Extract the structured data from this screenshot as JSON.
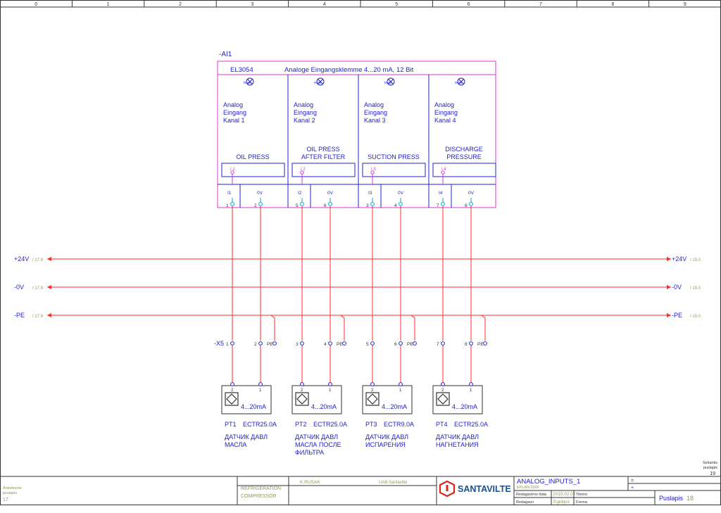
{
  "colors": {
    "wire": "#ff2a2a",
    "module": "#dd33dd",
    "text": "#2222cc",
    "ref": "#8a9a5b",
    "terminal": "#00aacc",
    "frame": "#333333",
    "brand": "#d9261c"
  },
  "grid": {
    "columns": [
      "0",
      "1",
      "2",
      "3",
      "4",
      "5",
      "6",
      "7",
      "8",
      "9"
    ]
  },
  "module": {
    "tag": "-AI1",
    "type": "EL3054",
    "description": "Analoge Eingangsklemme 4...20 mA, 12 Bit",
    "run_label": "RUN",
    "channels": [
      {
        "l1": "Analog",
        "l2": "Eingang",
        "l3": "Kanal 1",
        "signal1": "OIL PRESS",
        "signal2": "",
        "input_id": "I 1",
        "in_label": "I1",
        "zero_label": "0V",
        "in_pin": "1",
        "zero_pin": "2"
      },
      {
        "l1": "Analog",
        "l2": "Eingang",
        "l3": "Kanal 2",
        "signal1": "OIL PRESS",
        "signal2": "AFTER FILTER",
        "input_id": "I 2",
        "in_label": "I2",
        "zero_label": "0V",
        "in_pin": "5",
        "zero_pin": "6"
      },
      {
        "l1": "Analog",
        "l2": "Eingang",
        "l3": "Kanal 3",
        "signal1": "SUCTION PRESS",
        "signal2": "",
        "input_id": "I 3",
        "in_label": "I3",
        "zero_label": "0V",
        "in_pin": "3",
        "zero_pin": "4"
      },
      {
        "l1": "Analog",
        "l2": "Eingang",
        "l3": "Kanal 4",
        "signal1": "DISCHARGE",
        "signal2": "PRESSURE",
        "input_id": "I 4",
        "in_label": "I4",
        "zero_label": "0V",
        "in_pin": "7",
        "zero_pin": "8"
      }
    ]
  },
  "buses": [
    {
      "name": "+24V",
      "ref_left": "/ 17.9",
      "ref_right": "/ 19.0"
    },
    {
      "name": "-0V",
      "ref_left": "/ 17.9",
      "ref_right": "/ 19.0"
    },
    {
      "name": "-PE",
      "ref_left": "/ 17.9",
      "ref_right": "/ 19.0"
    }
  ],
  "terminal_strip": {
    "tag": "-X5",
    "groups": [
      {
        "a": "1",
        "b": "2",
        "pe": "PE"
      },
      {
        "a": "3",
        "b": "4",
        "pe": "PE"
      },
      {
        "a": "5",
        "b": "6",
        "pe": "PE"
      },
      {
        "a": "7",
        "b": "8",
        "pe": "PE"
      }
    ]
  },
  "sensors": [
    {
      "pin1": "2",
      "pin2": "1",
      "range": "4...20mA",
      "tag": "PT1",
      "model": "ECTR25.0A",
      "d1": "ДАТЧИК ДАВЛ",
      "d2": "МАСЛА",
      "d3": ""
    },
    {
      "pin1": "2",
      "pin2": "1",
      "range": "4...20mA",
      "tag": "PT2",
      "model": "ECTR25.0A",
      "d1": "ДАТЧИК ДАВЛ",
      "d2": "МАСЛА ПОСЛЕ",
      "d3": "ФИЛЬТРА"
    },
    {
      "pin1": "2",
      "pin2": "1",
      "range": "4...20mA",
      "tag": "PT3",
      "model": "ECTR9.0A",
      "d1": "ДАТЧИК ДАВЛ",
      "d2": "ИСПАРЕНИЯ",
      "d3": ""
    },
    {
      "pin1": "2",
      "pin2": "1",
      "range": "4...20mA",
      "tag": "PT4",
      "model": "ECTR25.0A",
      "d1": "ДАТЧИК ДАВЛ",
      "d2": "НАГНЕТАНИЯ",
      "d3": ""
    }
  ],
  "title_block": {
    "prev_l1": "Ankstesnis",
    "prev_l2": "puslapis",
    "prev_page": "17",
    "next_l1": "Sekantis",
    "next_l2": "puslapis",
    "next_page": "19",
    "project_l1": "REFRIGERATION",
    "project_l2": "COMPRESSOR",
    "author": "K.RUSAK",
    "company": "UAB Santavilte",
    "brand": "SANTAVILTE",
    "drawing_title": "ANALOG_INPUTS_1",
    "software": "EPLAN 2006",
    "edit_date_label": "Redagavimo data",
    "edit_date": "2015.02.02",
    "editor_label": "Redagavo",
    "editor": "Egidijus",
    "check_label": "Tikrino",
    "form_label": "Forma",
    "eq_sign": "=",
    "plus_sign": "+",
    "page_label": "Puslapis",
    "page_number": "18"
  }
}
